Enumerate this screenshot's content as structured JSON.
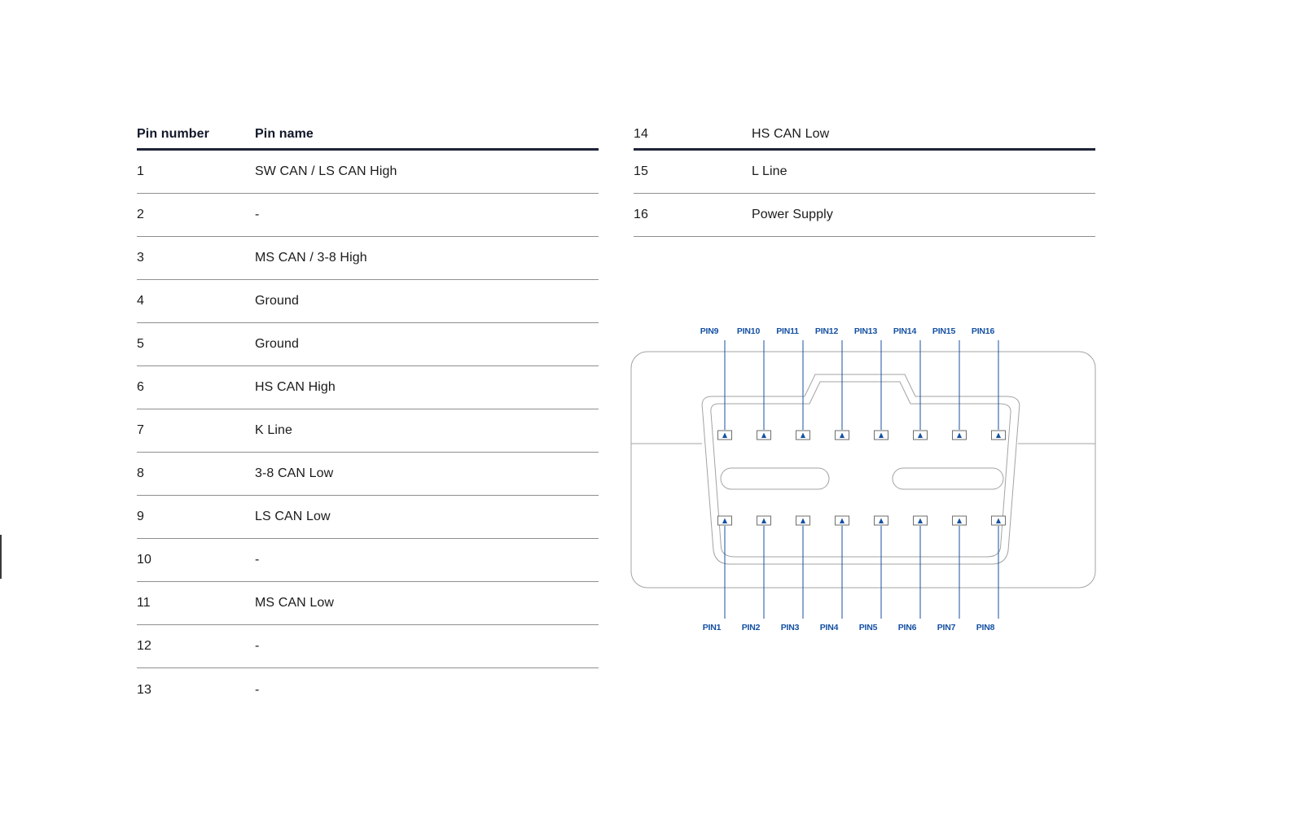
{
  "table": {
    "headers": {
      "pin_number": "Pin number",
      "pin_name": "Pin name"
    },
    "left_rows": [
      {
        "number": "1",
        "name": "SW CAN / LS CAN High"
      },
      {
        "number": "2",
        "name": "-"
      },
      {
        "number": "3",
        "name": "MS CAN / 3-8 High"
      },
      {
        "number": "4",
        "name": "Ground"
      },
      {
        "number": "5",
        "name": "Ground"
      },
      {
        "number": "6",
        "name": "HS CAN High"
      },
      {
        "number": "7",
        "name": "K Line"
      },
      {
        "number": "8",
        "name": "3-8 CAN Low"
      },
      {
        "number": "9",
        "name": "LS CAN Low"
      },
      {
        "number": "10",
        "name": "-"
      },
      {
        "number": "11",
        "name": "MS CAN Low"
      },
      {
        "number": "12",
        "name": "-"
      },
      {
        "number": "13",
        "name": "-"
      }
    ],
    "right_rows": [
      {
        "number": "14",
        "name": "HS CAN Low"
      },
      {
        "number": "15",
        "name": "L Line"
      },
      {
        "number": "16",
        "name": "Power Supply"
      }
    ]
  },
  "diagram": {
    "top_pin_labels": [
      "PIN9",
      "PIN10",
      "PIN11",
      "PIN12",
      "PIN13",
      "PIN14",
      "PIN15",
      "PIN16"
    ],
    "bottom_pin_labels": [
      "PIN1",
      "PIN2",
      "PIN3",
      "PIN4",
      "PIN5",
      "PIN6",
      "PIN7",
      "PIN8"
    ],
    "label_color": "#1551a3",
    "line_color": "#1551a3",
    "outline_color": "#a3a3a3",
    "pin_stroke": "#6e6e6e"
  }
}
